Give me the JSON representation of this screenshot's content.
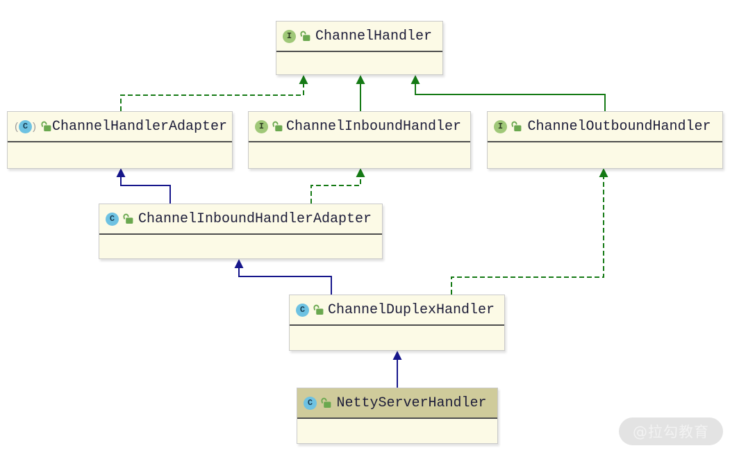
{
  "diagram": {
    "nodes": [
      {
        "name": "ChannelHandler",
        "kind": "interface",
        "icon": "interface-icon",
        "modifier_icon": "unlock-icon",
        "highlighted": false
      },
      {
        "name": "ChannelHandlerAdapter",
        "kind": "abstract-class",
        "icon": "abstract-class-icon",
        "modifier_icon": "unlock-icon",
        "highlighted": false
      },
      {
        "name": "ChannelInboundHandler",
        "kind": "interface",
        "icon": "interface-icon",
        "modifier_icon": "unlock-icon",
        "highlighted": false
      },
      {
        "name": "ChannelOutboundHandler",
        "kind": "interface",
        "icon": "interface-icon",
        "modifier_icon": "unlock-icon",
        "highlighted": false
      },
      {
        "name": "ChannelInboundHandlerAdapter",
        "kind": "class",
        "icon": "class-icon",
        "modifier_icon": "unlock-icon",
        "highlighted": false
      },
      {
        "name": "ChannelDuplexHandler",
        "kind": "class",
        "icon": "class-icon",
        "modifier_icon": "unlock-icon",
        "highlighted": false
      },
      {
        "name": "NettyServerHandler",
        "kind": "class",
        "icon": "class-icon",
        "modifier_icon": "unlock-icon",
        "highlighted": true
      }
    ],
    "edges": [
      {
        "from": "ChannelHandlerAdapter",
        "to": "ChannelHandler",
        "type": "implements",
        "line": "dashed",
        "color": "#157a15"
      },
      {
        "from": "ChannelInboundHandler",
        "to": "ChannelHandler",
        "type": "extends",
        "line": "solid",
        "color": "#157a15"
      },
      {
        "from": "ChannelOutboundHandler",
        "to": "ChannelHandler",
        "type": "extends",
        "line": "solid",
        "color": "#157a15"
      },
      {
        "from": "ChannelInboundHandlerAdapter",
        "to": "ChannelHandlerAdapter",
        "type": "extends",
        "line": "solid",
        "color": "#16168b"
      },
      {
        "from": "ChannelInboundHandlerAdapter",
        "to": "ChannelInboundHandler",
        "type": "implements",
        "line": "dashed",
        "color": "#157a15"
      },
      {
        "from": "ChannelDuplexHandler",
        "to": "ChannelInboundHandlerAdapter",
        "type": "extends",
        "line": "solid",
        "color": "#16168b"
      },
      {
        "from": "ChannelDuplexHandler",
        "to": "ChannelOutboundHandler",
        "type": "implements",
        "line": "dashed",
        "color": "#157a15"
      },
      {
        "from": "NettyServerHandler",
        "to": "ChannelDuplexHandler",
        "type": "extends",
        "line": "solid",
        "color": "#16168b"
      }
    ],
    "colors": {
      "node_fill": "#fcfae6",
      "node_border": "#c9c9c9",
      "divider": "#4d4d4d",
      "highlight_header": "#cfcb9b",
      "green": "#157a15",
      "navy": "#16168b",
      "interface_icon_bg": "#a0c878",
      "class_icon_bg": "#6ec2e2",
      "lock": "#6aa84f",
      "title_text": "#1c1c38",
      "watermark_bg": "#e3e3e3",
      "watermark_text": "#f2f2f2"
    }
  },
  "watermark": {
    "text": "@拉勾教育"
  }
}
